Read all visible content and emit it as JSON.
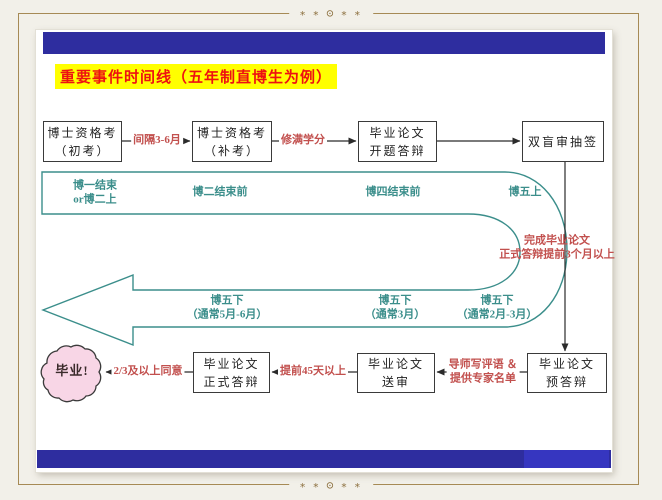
{
  "frame": {
    "ornament_top": "∗ ∗ ⊙ ∗ ∗",
    "ornament_bottom": "∗ ∗ ⊙ ∗ ∗"
  },
  "colors": {
    "bar_blue": "#2e2d9f",
    "bar_blue_bright": "#3636c0",
    "timeline_teal": "#3b8e8b",
    "label_red": "#c2504e",
    "title_red": "#ee1111",
    "title_highlight": "#ffff00",
    "cloud_pink": "#f8d6e6",
    "frame_gold": "#a68a55"
  },
  "slide": {
    "title": "重要事件时间线（五年制直博生为例）"
  },
  "flow_top": {
    "box_qualify_first": {
      "line1": "博士资格考",
      "line2": "（初考）"
    },
    "box_qualify_retake": {
      "line1": "博士资格考",
      "line2": "（补考）"
    },
    "box_proposal": {
      "line1": "毕业论文",
      "line2": "开题答辩"
    },
    "box_blind_review": {
      "line1": "双盲审抽签"
    },
    "label_gap": "间隔3-6月",
    "label_credits": "修满学分"
  },
  "timeline": {
    "stage1_line1": "博一结束",
    "stage1_line2": "or博二上",
    "stage2": "博二结束前",
    "stage3": "博四结束前",
    "stage4": "博五上",
    "note_line1": "完成毕业论文",
    "note_line2": "正式答辩提前3个月以上",
    "return1_line1": "博五下",
    "return1_line2": "（通常5月-6月）",
    "return2_line1": "博五下",
    "return2_line2": "（通常3月）",
    "return3_line1": "博五下",
    "return3_line2": "（通常2月-3月）"
  },
  "flow_bottom": {
    "box_pre_defense": {
      "line1": "毕业论文",
      "line2": "预答辩"
    },
    "box_submit": {
      "line1": "毕业论文",
      "line2": "送审"
    },
    "box_formal_defense": {
      "line1": "毕业论文",
      "line2": "正式答辩"
    },
    "label_advisor_line1": "导师写评语 ＆",
    "label_advisor_line2": "提供专家名单",
    "label_45days": "提前45天以上",
    "label_twothirds": "2/3及以上同意",
    "cloud": "毕业!"
  }
}
